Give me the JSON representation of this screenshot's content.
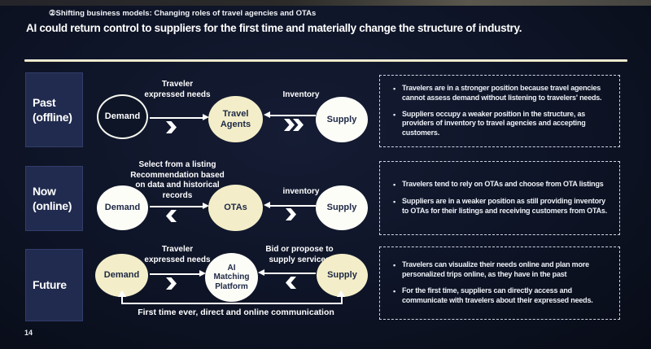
{
  "slide": {
    "kicker": "②Shifting business models: Changing roles of travel agencies and OTAs",
    "title": "AI could return control to suppliers for the first time and materially change the structure of industry.",
    "page_number": "14"
  },
  "colors": {
    "background": "#0e1426",
    "era_box": "#212b4f",
    "cream_node": "#f3eec9",
    "white_node": "#fdfdf8",
    "node_text": "#1d2845",
    "line": "#ffffff",
    "divider": "#ece4bd"
  },
  "icons": {
    "bullet_marker": "▪",
    "past_demand_power": "chevron-right",
    "past_supply_power": "chevron-double-right",
    "now_demand_power": "chevron-left",
    "now_supply_power": "chevron-right",
    "future_demand_power": "chevron-right",
    "future_supply_power": "chevron-left"
  },
  "rows": [
    {
      "era_label": "Past\n(offline)",
      "demand_label": "Demand",
      "middle_label": "Travel\nAgents",
      "supply_label": "Supply",
      "demand_arrow_label": "Traveler\nexpressed needs",
      "supply_arrow_label": "Inventory",
      "bullets": [
        "Travelers are in a stronger position because travel agencies cannot assess demand without listening to travelers' needs.",
        "Suppliers occupy a weaker position in the structure, as providers of inventory to travel agencies and accepting customers."
      ]
    },
    {
      "era_label": "Now\n(online)",
      "demand_label": "Demand",
      "middle_label": "OTAs",
      "supply_label": "Supply",
      "demand_arrow_label": "Select from a listing\nRecommendation based\non data and historical\nrecords",
      "supply_arrow_label": "inventory",
      "bullets": [
        "Travelers tend to rely on OTAs and choose from OTA listings",
        "Suppliers are in a weaker position as still providing inventory to OTAs for their listings and receiving customers from OTAs."
      ]
    },
    {
      "era_label": "Future",
      "demand_label": "Demand",
      "middle_label": "AI\nMatching\nPlatform",
      "supply_label": "Supply",
      "demand_arrow_label": "Traveler\nexpressed needs",
      "supply_arrow_label": "Bid or propose to\nsupply services",
      "bottom_arrow_label": "First time ever, direct and online communication",
      "bullets": [
        "Travelers can visualize their needs online and plan more personalized trips online, as they have in the past",
        "For the first time, suppliers can directly access and communicate with travelers about their expressed needs."
      ]
    }
  ]
}
